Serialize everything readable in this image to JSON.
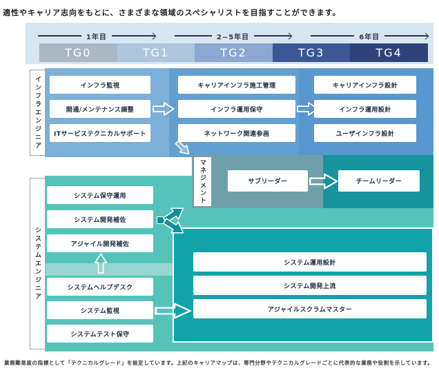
{
  "heading": "適性やキャリア志向をもとに、さまざまな領域のスペシャリストを目指すことができます。",
  "timeline": {
    "periods": [
      {
        "label": "1年目"
      },
      {
        "label": "2~5年目"
      },
      {
        "label": "6年目"
      }
    ],
    "grades": [
      {
        "label": "TG0",
        "color": "#a8b9c3"
      },
      {
        "label": "TG1",
        "color": "#aec5de"
      },
      {
        "label": "TG2",
        "color": "#8aa8d1"
      },
      {
        "label": "TG3",
        "color": "#3b5795"
      },
      {
        "label": "TG4",
        "color": "#2e4379"
      }
    ]
  },
  "infra_track": {
    "label": "インフラエンジニア",
    "stage1": [
      "インフラ監視",
      "開通/メンテナンス調整",
      "ITサービステクニカルサポート"
    ],
    "stage2": [
      "キャリアインフラ施工管理",
      "インフラ運用保守",
      "ネットワーク関連参画"
    ],
    "stage3": [
      "キャリアインフラ設計",
      "インフラ運用設計",
      "ユーザインフラ設計"
    ]
  },
  "management": {
    "label": "マネジメント",
    "roles": [
      "サブリーダー",
      "チームリーダー"
    ]
  },
  "system_track": {
    "label": "システムエンジニア",
    "dev_group": [
      "システム保守運用",
      "システム開発補佐",
      "アジャイル開発補佐"
    ],
    "ops_group": [
      "システムヘルプデスク",
      "システム監視",
      "システムテスト保守"
    ],
    "advanced_group": [
      "システム運用設計",
      "システム開発上流",
      "アジャイルスクラムマスター"
    ]
  },
  "footnote": "業務難易度の指標として「テクニカルグレード」を設定しています。上記のキャリアマップは、専門分野やテクニカルグレードごとに代表的な業務や役割を示しています。",
  "colors": {
    "timeline_band": "#d8e6f1",
    "infra_light": "#7cb0d9",
    "infra_dark": "#5897cf",
    "mgmt_gray": "#6fa0a9",
    "mgmt_dark": "#17939e",
    "system_teal": "#56c3bb",
    "system_panel": "#12a3aa"
  }
}
